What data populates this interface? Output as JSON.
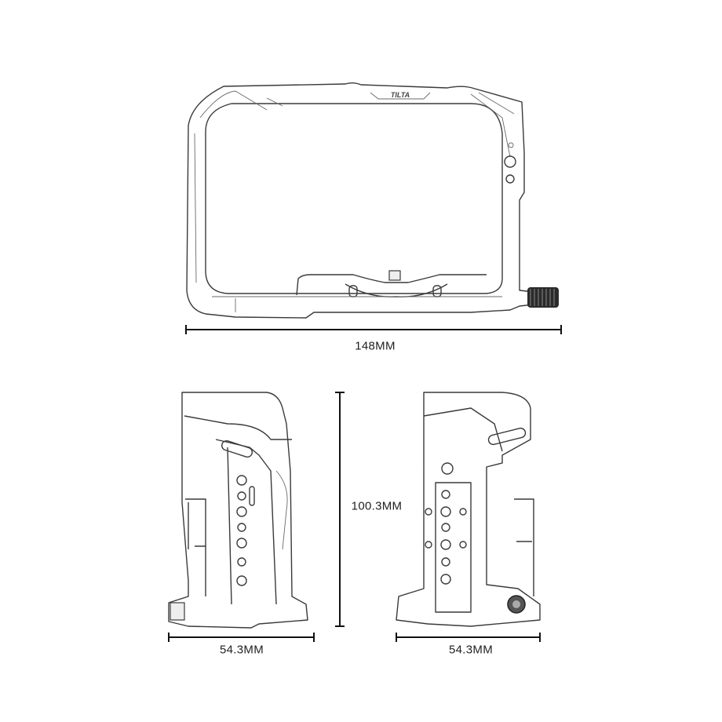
{
  "brand_logo": "TILTA",
  "dimensions": {
    "width": "148MM",
    "height": "100.3MM",
    "depth_left": "54.3MM",
    "depth_right": "54.3MM"
  }
}
